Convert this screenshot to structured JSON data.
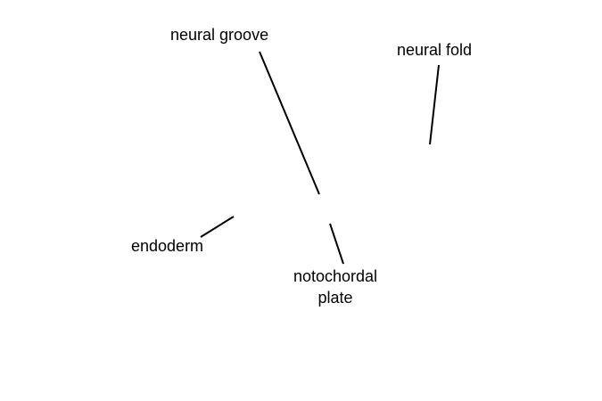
{
  "diagram": {
    "labels": {
      "neural_groove": "neural groove",
      "neural_fold": "neural fold",
      "endoderm": "endoderm",
      "notochordal_plate_line1": "notochordal",
      "notochordal_plate_line2": "plate"
    },
    "colors": {
      "background": "#ffffff",
      "ink": "#000000"
    }
  }
}
